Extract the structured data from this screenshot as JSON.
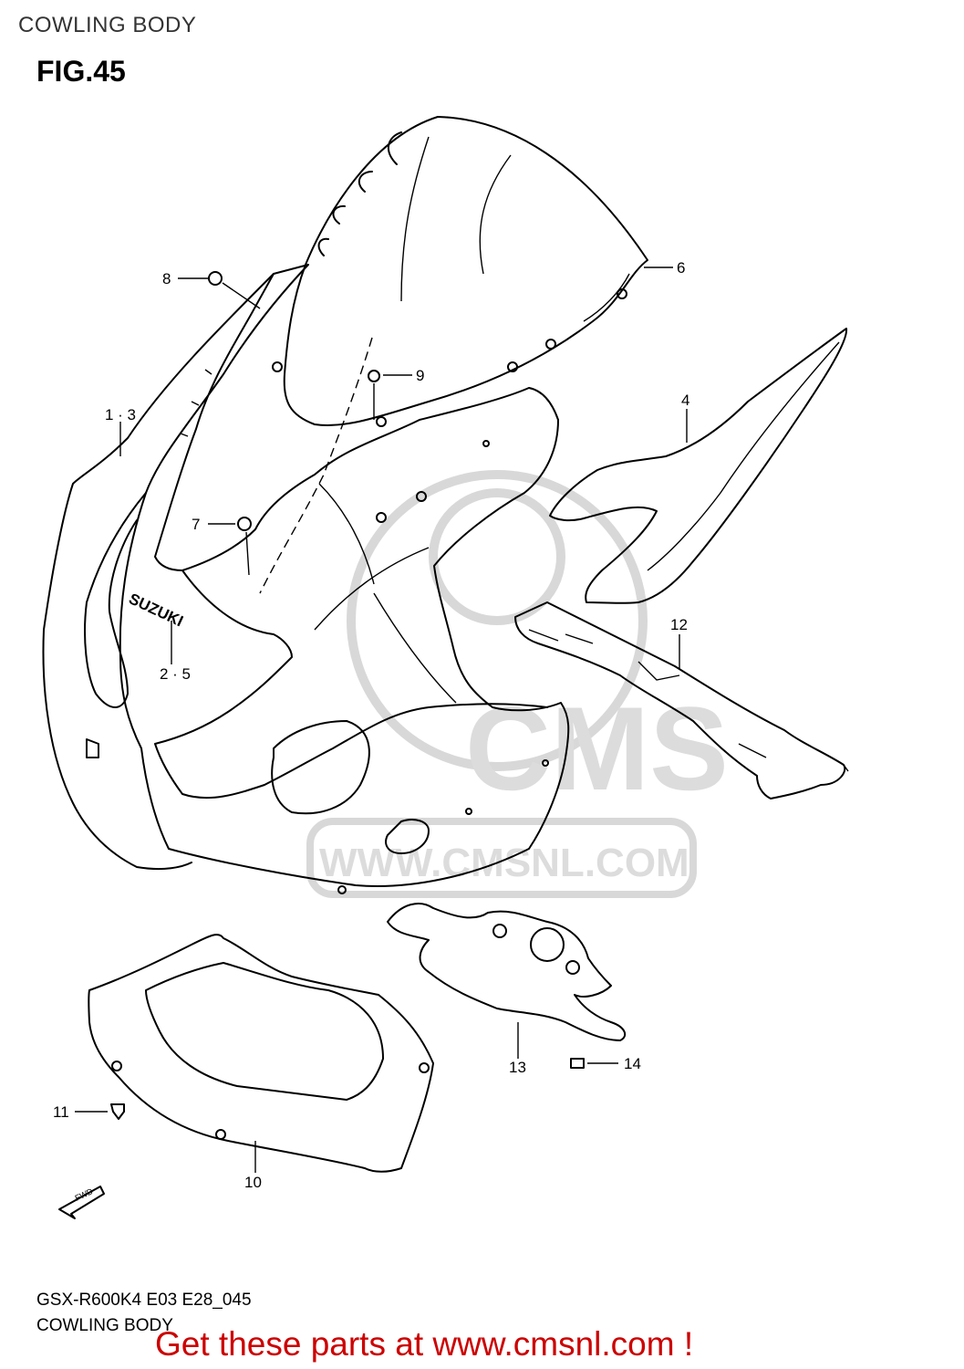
{
  "header": {
    "title": "COWLING BODY"
  },
  "figure": {
    "label": "FIG.45"
  },
  "watermark": {
    "brand": "CMS",
    "url": "WWW.CMSNL.COM"
  },
  "callouts": [
    {
      "id": "c1",
      "label": "1 · 3"
    },
    {
      "id": "c2",
      "label": "2 · 5"
    },
    {
      "id": "c4",
      "label": "4"
    },
    {
      "id": "c6",
      "label": "6"
    },
    {
      "id": "c7",
      "label": "7"
    },
    {
      "id": "c8",
      "label": "8"
    },
    {
      "id": "c9",
      "label": "9"
    },
    {
      "id": "c10",
      "label": "10"
    },
    {
      "id": "c11",
      "label": "11"
    },
    {
      "id": "c12",
      "label": "12"
    },
    {
      "id": "c13",
      "label": "13"
    },
    {
      "id": "c14",
      "label": "14"
    }
  ],
  "footer": {
    "model": "GSX-R600K4  E03  E28_045",
    "title": "COWLING BODY",
    "promo": "Get these parts at www.cmsnl.com !"
  },
  "fwd_arrow": {
    "label": "FWD"
  },
  "logo_text": "SUZUKI"
}
